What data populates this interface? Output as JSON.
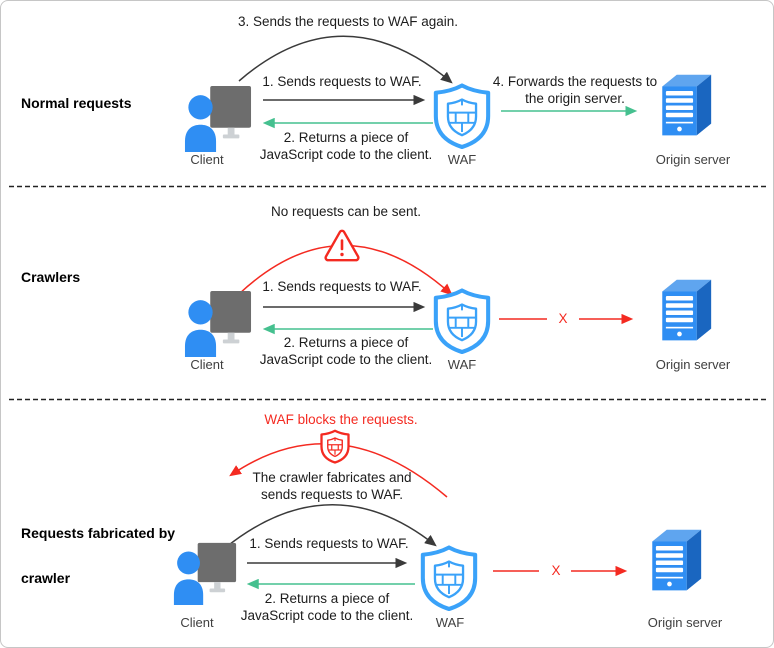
{
  "title": "WAF JavaScript anti-crawler diagram",
  "colors": {
    "icon_blue": "#2F8EF3",
    "shield_blue": "#3AA2F9",
    "server_side_blue": "#1A66C0",
    "server_top_blue": "#5FA5EF",
    "monitor_gray": "#6D6D6D",
    "arrow_black": "#3A3A3A",
    "arrow_green": "#45C08F",
    "alert_red": "#F42A21",
    "text": "#1C1C1C"
  },
  "icons": {
    "client": "client-monitor-person-icon",
    "waf": "waf-shield-icon",
    "server": "origin-server-icon",
    "crawler_block": "warning-triangle-icon",
    "fabricated_block": "red-waf-shield-icon"
  },
  "sections": [
    {
      "label": "Normal requests",
      "arc_note": "3. Sends the requests to WAF again.",
      "step1": "1. Sends requests to WAF.",
      "step2": "2. Returns a piece of\nJavaScript code to the client.",
      "forward_note": "4. Forwards the requests to\nthe origin server.",
      "client": "Client",
      "waf": "WAF",
      "server": "Origin server"
    },
    {
      "label": "Crawlers",
      "arc_note": "No requests can be sent.",
      "step1": "1. Sends requests to WAF.",
      "step2": "2. Returns a piece of\nJavaScript code to the client.",
      "blocked_x": "X",
      "client": "Client",
      "waf": "WAF",
      "server": "Origin server"
    },
    {
      "label": "Requests fabricated by\ncrawler",
      "block_note": "WAF blocks the requests.",
      "arc_note": "The crawler fabricates and\nsends requests to WAF.",
      "step1": "1. Sends requests to WAF.",
      "step2": "2. Returns a piece of\nJavaScript code to the client.",
      "blocked_x": "X",
      "client": "Client",
      "waf": "WAF",
      "server": "Origin server"
    }
  ]
}
